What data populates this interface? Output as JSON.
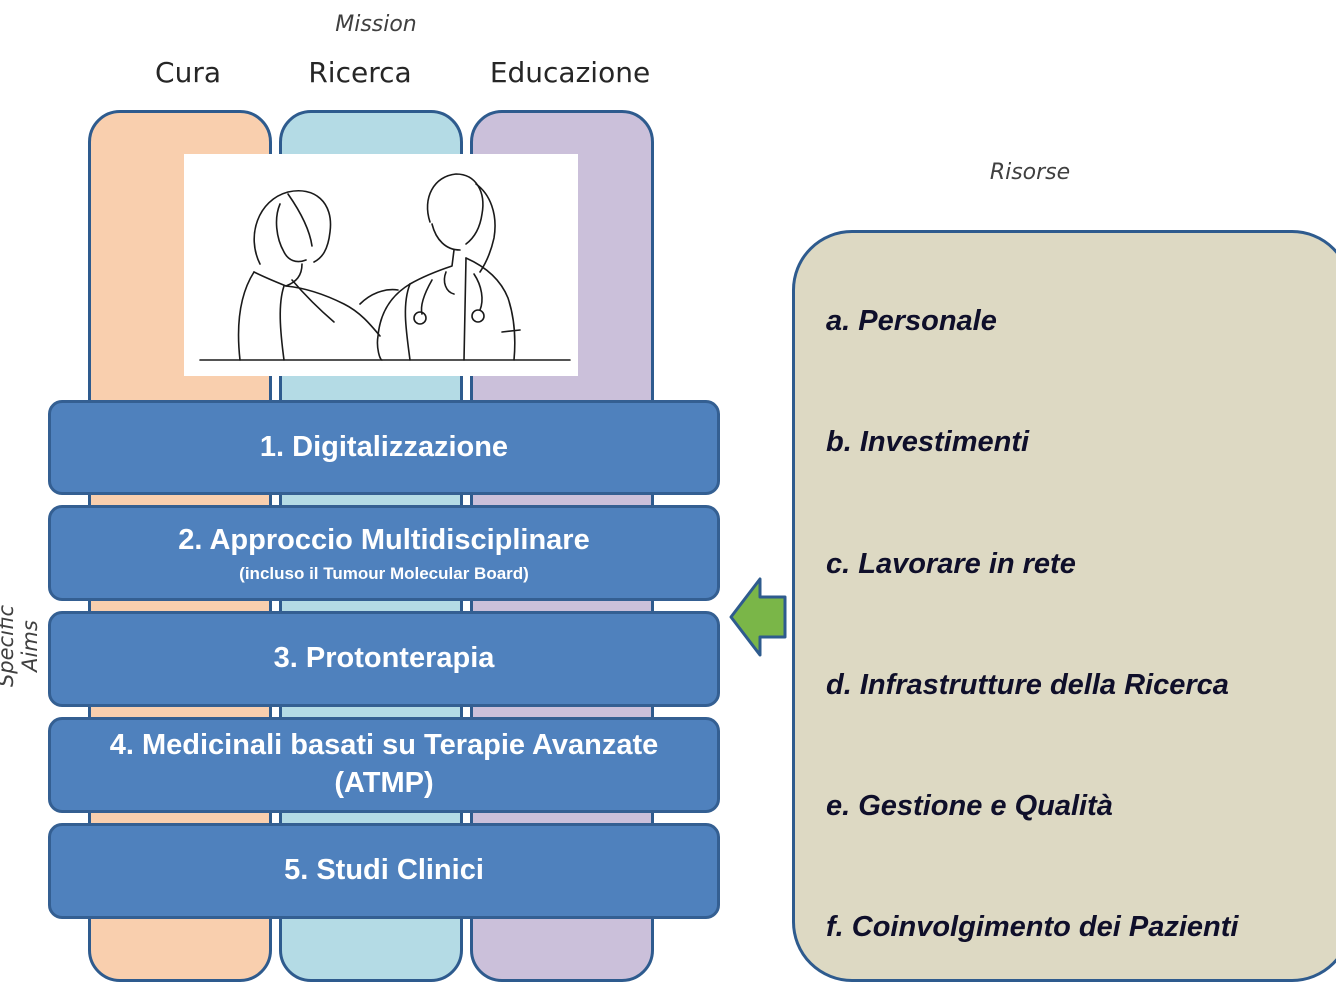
{
  "mission": {
    "label": "Mission",
    "columns": [
      {
        "title": "Cura",
        "color": "#f9cfae"
      },
      {
        "title": "Ricerca",
        "color": "#b4dbe5"
      },
      {
        "title": "Educazione",
        "color": "#cbc0da"
      }
    ]
  },
  "specific_aims": {
    "label": "Specific Aims",
    "items": [
      {
        "main": "1. Digitalizzazione",
        "sub": ""
      },
      {
        "main": "2. Approccio Multidisciplinare",
        "sub": "(incluso il Tumour Molecular Board)"
      },
      {
        "main": "3. Protonterapia",
        "sub": ""
      },
      {
        "main": "4. Medicinali basati su Terapie Avanzate",
        "main2": "(ATMP)",
        "sub": ""
      },
      {
        "main": "5. Studi Clinici",
        "sub": ""
      }
    ],
    "box_color": "#4f81bd"
  },
  "risorse": {
    "label": "Risorse",
    "items": [
      "a. Personale",
      "b. Investimenti",
      "c. Lavorare in rete",
      "d. Infrastrutture  della Ricerca",
      "e. Gestione e Qualità",
      "f. Coinvolgimento dei Pazienti"
    ],
    "box_color": "#ddd9c3"
  },
  "arrow": {
    "icon": "left-arrow-icon",
    "color": "#7ab648"
  },
  "illustration": {
    "icon": "doctor-patient-line-drawing"
  }
}
